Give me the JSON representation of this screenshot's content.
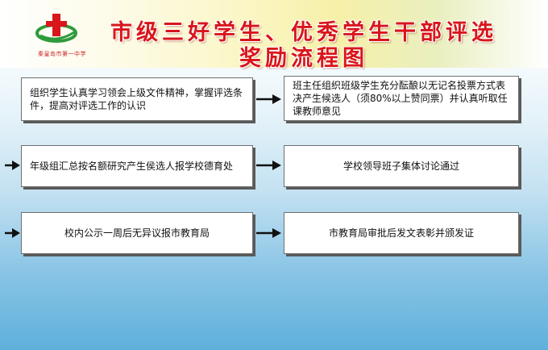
{
  "header": {
    "title_line1": "市级三好学生、优秀学生干部评选",
    "title_line2": "奖励流程图",
    "school_name": "秦皇岛市第一中学",
    "logo_icon": "school-logo-icon"
  },
  "flow": {
    "steps": [
      "组织学生认真学习领会上级文件精神，掌握评选条件，提高对评选工作的认识",
      "班主任组织班级学生充分酝酿以无记名投票方式表决产生候选人（须80%以上赞同票）并认真听取任课教师意见",
      "年级组汇总按名额研究产生侯选人报学校德育处",
      "学校领导班子集体讨论通过",
      "校内公示一周后无异议报市教育局",
      "市教育局审批后发文表彰并颁发证"
    ]
  },
  "colors": {
    "title": "#d8161b",
    "arrow": "#111111",
    "box_border": "#707070"
  }
}
